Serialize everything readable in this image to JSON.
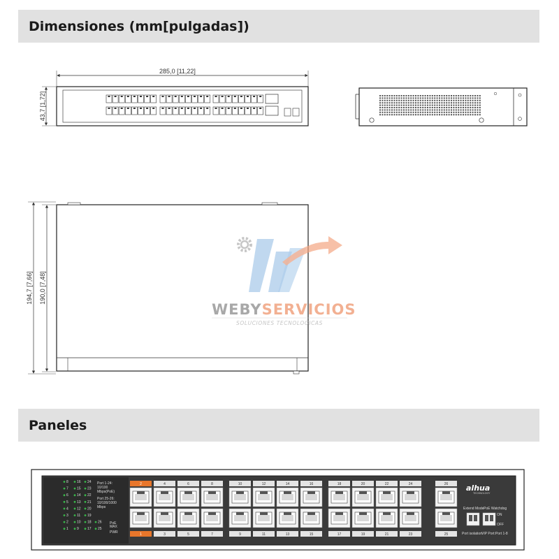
{
  "sections": {
    "dimensions_title": "Dimensiones (mm[pulgadas])",
    "panels_title": "Paneles"
  },
  "dimensions": {
    "width": "285,0 [11,22]",
    "height": "43,7 [1,72]",
    "depth_total": "194,7 [7,66]",
    "depth_body": "190,0 [7,48]"
  },
  "watermark": {
    "brand_part1": "WEBY",
    "brand_part2": "SERVICIOS",
    "tagline": "SOLUCIONES TECNOLOGICAS"
  },
  "front_panel": {
    "brand": "alhua",
    "brand_sub": "TECHNOLOGY",
    "top_port_numbers": [
      "2",
      "4",
      "6",
      "8",
      "10",
      "12",
      "14",
      "16",
      "18",
      "20",
      "22",
      "24"
    ],
    "bottom_port_numbers": [
      "1",
      "3",
      "5",
      "7",
      "9",
      "11",
      "13",
      "15",
      "17",
      "19",
      "21",
      "23"
    ],
    "uplink_top": "26",
    "uplink_bottom": "25",
    "led_rows": [
      [
        "8",
        "16",
        "24"
      ],
      [
        "7",
        "15",
        "23"
      ],
      [
        "6",
        "14",
        "22"
      ],
      [
        "5",
        "13",
        "21"
      ],
      [
        "4",
        "12",
        "20"
      ],
      [
        "3",
        "11",
        "19"
      ],
      [
        "2",
        "10",
        "18",
        "26"
      ],
      [
        "1",
        "9",
        "17",
        "25"
      ]
    ],
    "led_legend": {
      "ports_1_24": "Port 1-24:",
      "speed_1_24": "10/100",
      "poe_1_24": "Mbps(PoE)",
      "ports_25_26": "Port 25-26:",
      "speed_25_26": "10/100/1000",
      "unit_25_26": "Mbps",
      "poe_max": "PoE",
      "poe_max2": "MAX",
      "pwr": "PWR"
    },
    "switch_labels": {
      "extend_mode": "Extend Mode",
      "poe_watchdog": "PoE Watchdog",
      "port_isolation": "Port isolation",
      "vip_port": "VIP Port:Port 1-8",
      "on": "ON",
      "off": "OFF"
    }
  },
  "colors": {
    "section_bar": "#e1e1e1",
    "panel_bg": "#3a3a3a",
    "port_label_accent": "#e8762b",
    "watermark_blue": "#9cc3e6",
    "watermark_orange": "#f4a27e",
    "led_green": "#39b54a"
  }
}
